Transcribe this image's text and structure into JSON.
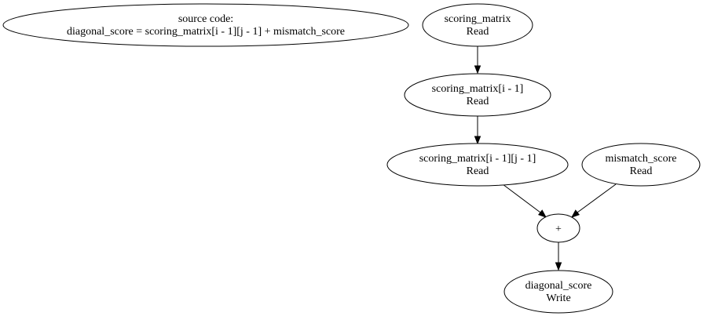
{
  "diagram": {
    "source_label": {
      "line1": "source code:",
      "line2": "diagonal_score = scoring_matrix[i - 1][j - 1] + mismatch_score"
    },
    "nodes": {
      "scoring_matrix": {
        "name": "scoring_matrix",
        "op": "Read"
      },
      "scoring_matrix_i": {
        "name": "scoring_matrix[i - 1]",
        "op": "Read"
      },
      "scoring_matrix_ij": {
        "name": "scoring_matrix[i - 1][j - 1]",
        "op": "Read"
      },
      "mismatch_score": {
        "name": "mismatch_score",
        "op": "Read"
      },
      "plus": {
        "name": "+"
      },
      "diagonal_score": {
        "name": "diagonal_score",
        "op": "Write"
      }
    },
    "edges": [
      {
        "from": "scoring_matrix",
        "to": "scoring_matrix_i"
      },
      {
        "from": "scoring_matrix_i",
        "to": "scoring_matrix_ij"
      },
      {
        "from": "scoring_matrix_ij",
        "to": "plus"
      },
      {
        "from": "mismatch_score",
        "to": "plus"
      },
      {
        "from": "plus",
        "to": "diagonal_score"
      }
    ]
  }
}
